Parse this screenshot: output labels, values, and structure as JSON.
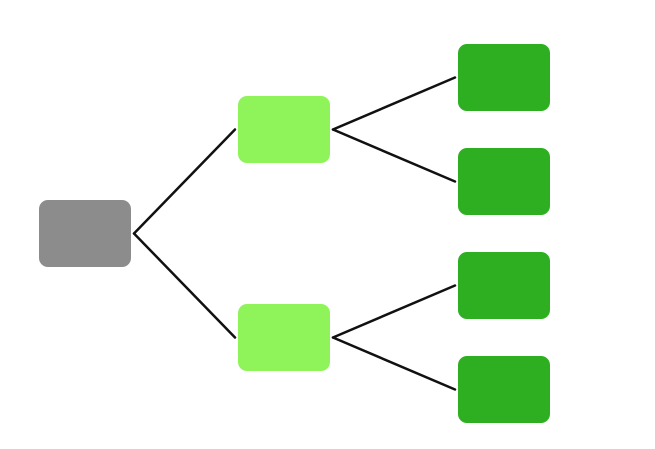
{
  "tree": {
    "root": {
      "id": "root",
      "level": 0
    },
    "children": [
      {
        "id": "branch-1",
        "level": 1,
        "children": [
          {
            "id": "leaf-1",
            "level": 2
          },
          {
            "id": "leaf-2",
            "level": 2
          }
        ]
      },
      {
        "id": "branch-2",
        "level": 1,
        "children": [
          {
            "id": "leaf-3",
            "level": 2
          },
          {
            "id": "leaf-4",
            "level": 2
          }
        ]
      }
    ]
  },
  "colors": {
    "root": "#8c8c8c",
    "branch": "#8ef45a",
    "leaf": "#2daf21",
    "connector": "#111111",
    "background": "#ffffff"
  }
}
